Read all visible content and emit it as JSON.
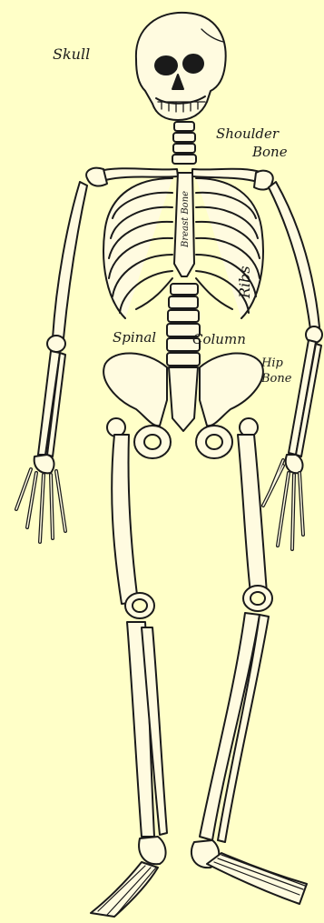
{
  "labels": {
    "skull": "Skull",
    "shoulder_bone_line1": "Shoulder",
    "shoulder_bone_line2": "Bone",
    "breast_bone": "Breast Bone",
    "ribs": "Ribs",
    "spinal": "Spinal",
    "column": "Column",
    "hip_bone_line1": "Hip",
    "hip_bone_line2": "Bone"
  },
  "colors": {
    "background": "#ffffc8",
    "ink": "#1a1a1a",
    "bone": "#fffbe0"
  }
}
